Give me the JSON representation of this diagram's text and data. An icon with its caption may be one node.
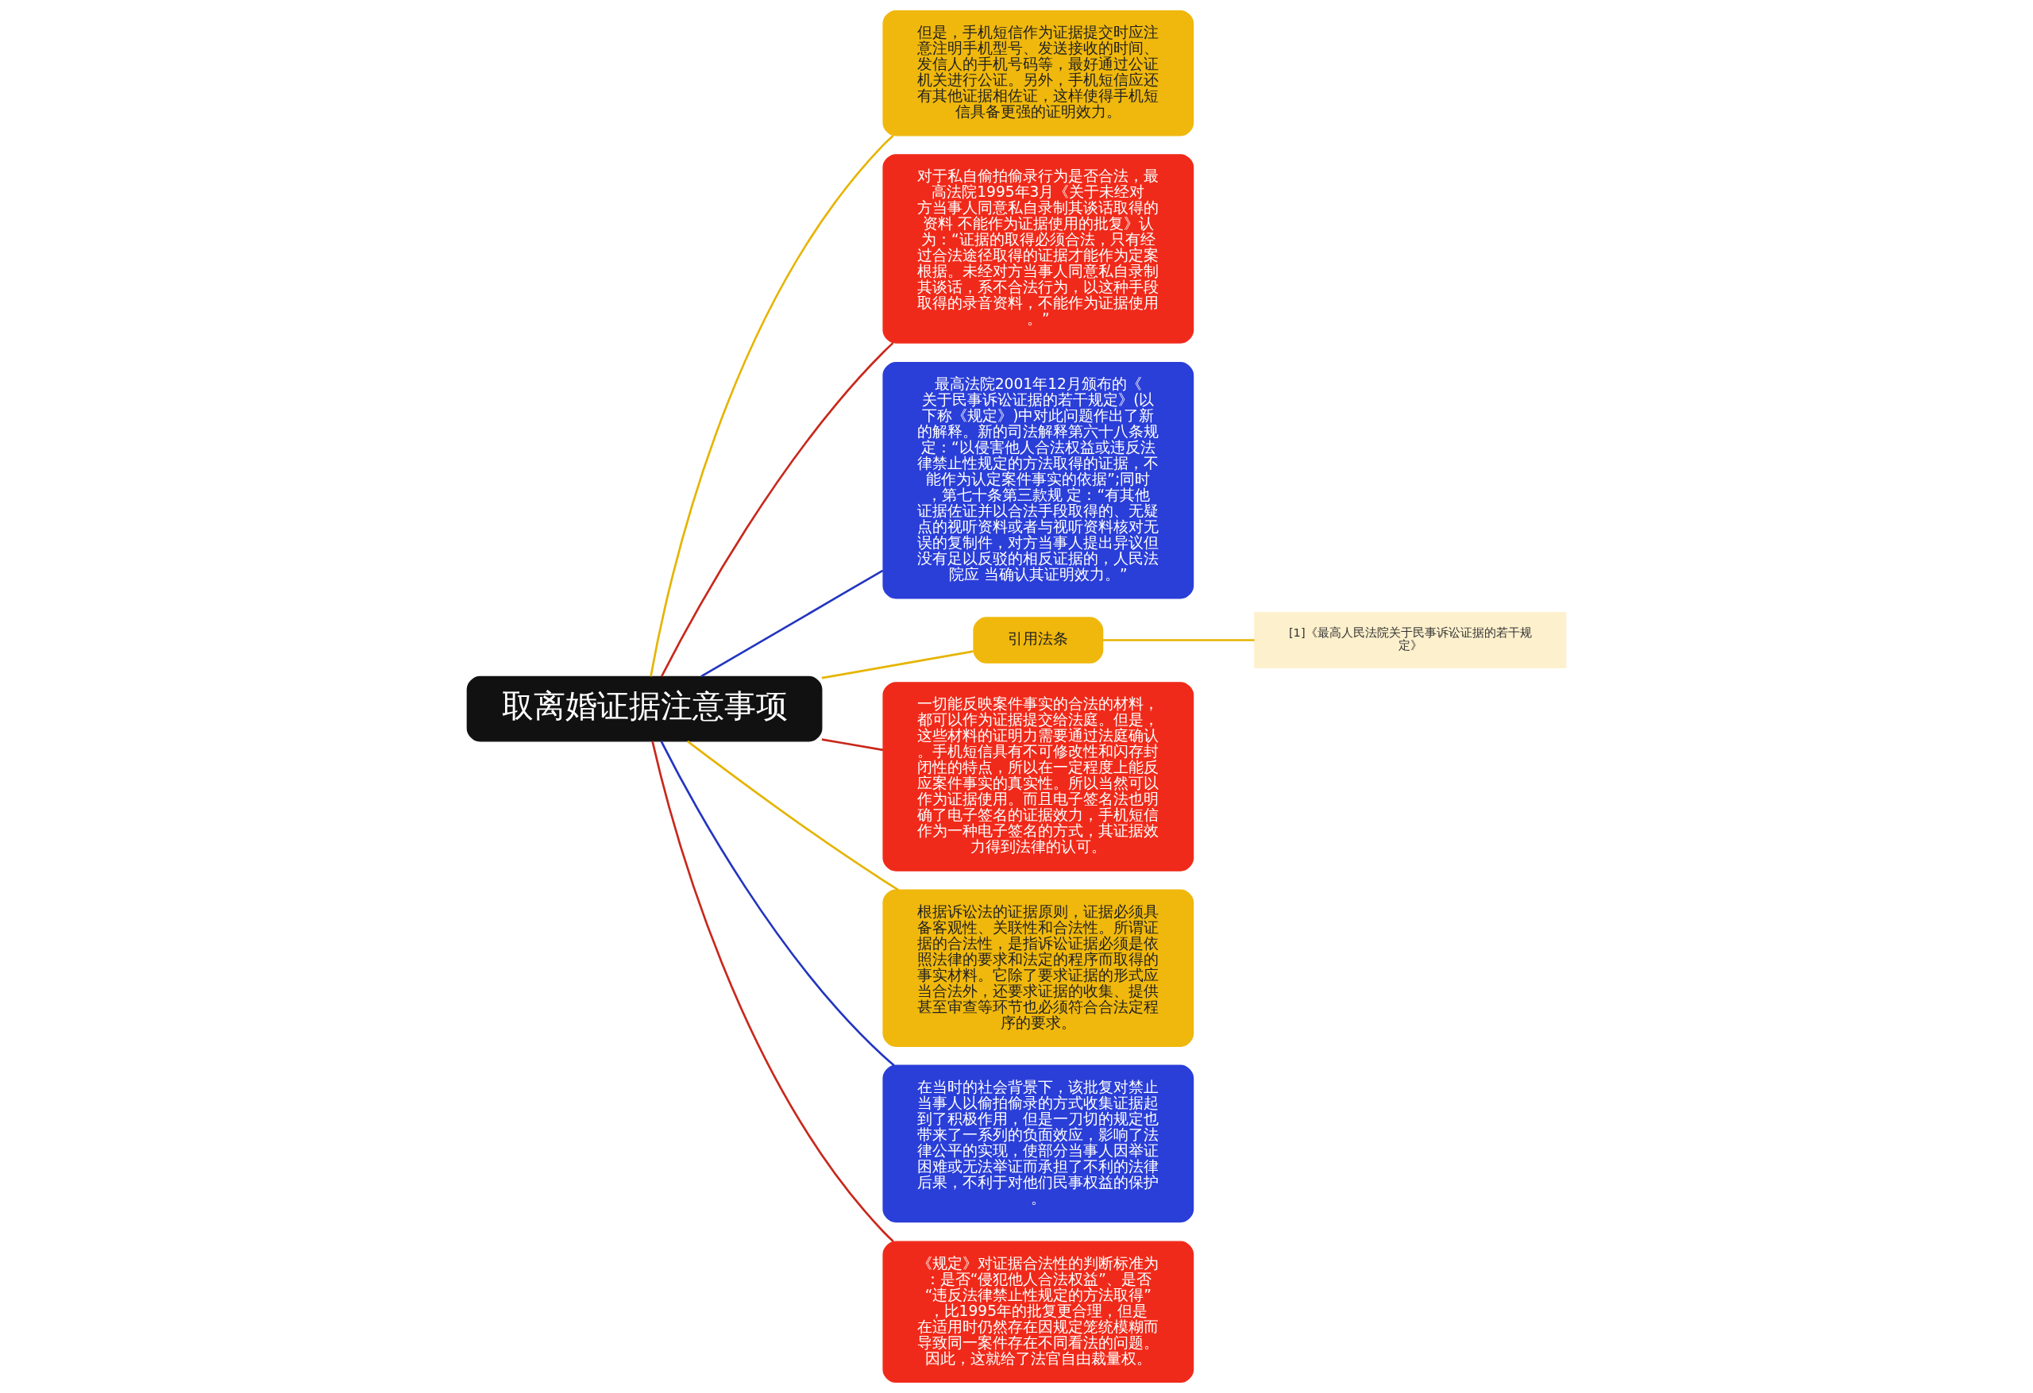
{
  "diagram": {
    "nodes": [
      {
        "text": [
          "取离婚证据注意事项"
        ]
      },
      {
        "text": [
          "但是，手机短信作为证据提交时应注意注明手机型号、发送接收的时间、发信人的手机号码等，最好通过公证机关进行公证。另外，手机短信应还有其他证据相佐证，这样使得手机短信具备更强的证明效力。"
        ]
      },
      {
        "text": [
          "对于私自偷拍偷录行为是否合法，最高法院1995年3月《关于未经对方当事人同意私自录制其谈话取得的资料 不能作为证据使用的批复》认为：“证据的取得必须合法，只有经过合法途径取得的证据才能作为定案根据。未经对方当事人同意私自录制其谈话，系不合法行为，以这种手段取得的录音资料，不能作为证据使用。”"
        ]
      },
      {
        "text": [
          "最高法院2001年12月颁布的《关于民事诉讼证据的若干规定》(以下称《规定》)中对此问题作出了新的解释。新的司法解释第六十八条规定：“以侵害他人合法权益或违反法律禁止性规定的方法取得的证据，不能作为认定案件事实的依据”;同时，第七十条第三款规 定：“有其他证据佐证并以合法手段取得的、无疑点的视听资料或者与视听资料核对无误的复制件，对方当事人提出异议但没有足以反驳的相反证据的，人民法院应 当确认其证明效力。”"
        ]
      },
      {
        "text": [
          "引用法条"
        ]
      },
      {
        "text": [
          "[1]《最高人民法院关于民事诉讼证据的若干规定》"
        ]
      },
      {
        "text": [
          "一切能反映案件事实的合法的材料，都可以作为证据提交给法庭。但是，这些材料的证明力需要通过法庭确认。手机短信具有不可修改性和闪存封闭性的特点，所以在一定程度上能反应案件事实的真实性。所以当然可以作为证据使用。而且电子签名法也明确了电子签名的证据效力，手机短信作为一种电子签名的方式，其证据效力得到法律的认可。"
        ]
      },
      {
        "text": [
          "根据诉讼法的证据原则，证据必须具备客观性、关联性和合法性。所谓证据的合法性，是指诉讼证据必须是依照法律的要求和法定的程序而取得的事实材料。它除了要求证据的形式应当合法外，还要求证据的收集、提供甚至审查等环节也必须符合合法定程序的要求。"
        ]
      },
      {
        "text": [
          "在当时的社会背景下，该批复对禁止当事人以偷拍偷录的方式收集证据起到了积极作用，但是一刀切的规定也带来了一系列的负面效应，影响了法律公平的实现，使部分当事人因举证困难或无法举证而承担了不利的法律后果，不利于对他们民事权益的保护。"
        ]
      },
      {
        "text": [
          "《规定》对证据合法性的判断标准为：是否“侵犯他人合法权益”、是否“违反法律禁止性规定的方法取得”，比1995年的批复更合理，但是在适用时仍然存在因规定笼统模糊而导致同一案件存在不同看法的问题。因此，这就给了法官自由裁量权。"
        ]
      }
    ],
    "edges": [
      {
        "from": 0,
        "to": 1,
        "arrow": "none",
        "color": "#e6b400"
      },
      {
        "from": 0,
        "to": 2,
        "arrow": "none",
        "color": "#c8281c"
      },
      {
        "from": 0,
        "to": 3,
        "arrow": "none",
        "color": "#2235c0"
      },
      {
        "from": 0,
        "to": 4,
        "arrow": "none",
        "color": "#e6b400"
      },
      {
        "from": 4,
        "to": 5,
        "arrow": "none",
        "color": "#e6b400"
      },
      {
        "from": 0,
        "to": 6,
        "arrow": "none",
        "color": "#c8281c"
      },
      {
        "from": 0,
        "to": 7,
        "arrow": "none",
        "color": "#e6b400"
      },
      {
        "from": 0,
        "to": 8,
        "arrow": "none",
        "color": "#2235c0"
      },
      {
        "from": 0,
        "to": 9,
        "arrow": "none",
        "color": "#c8281c"
      }
    ]
  }
}
